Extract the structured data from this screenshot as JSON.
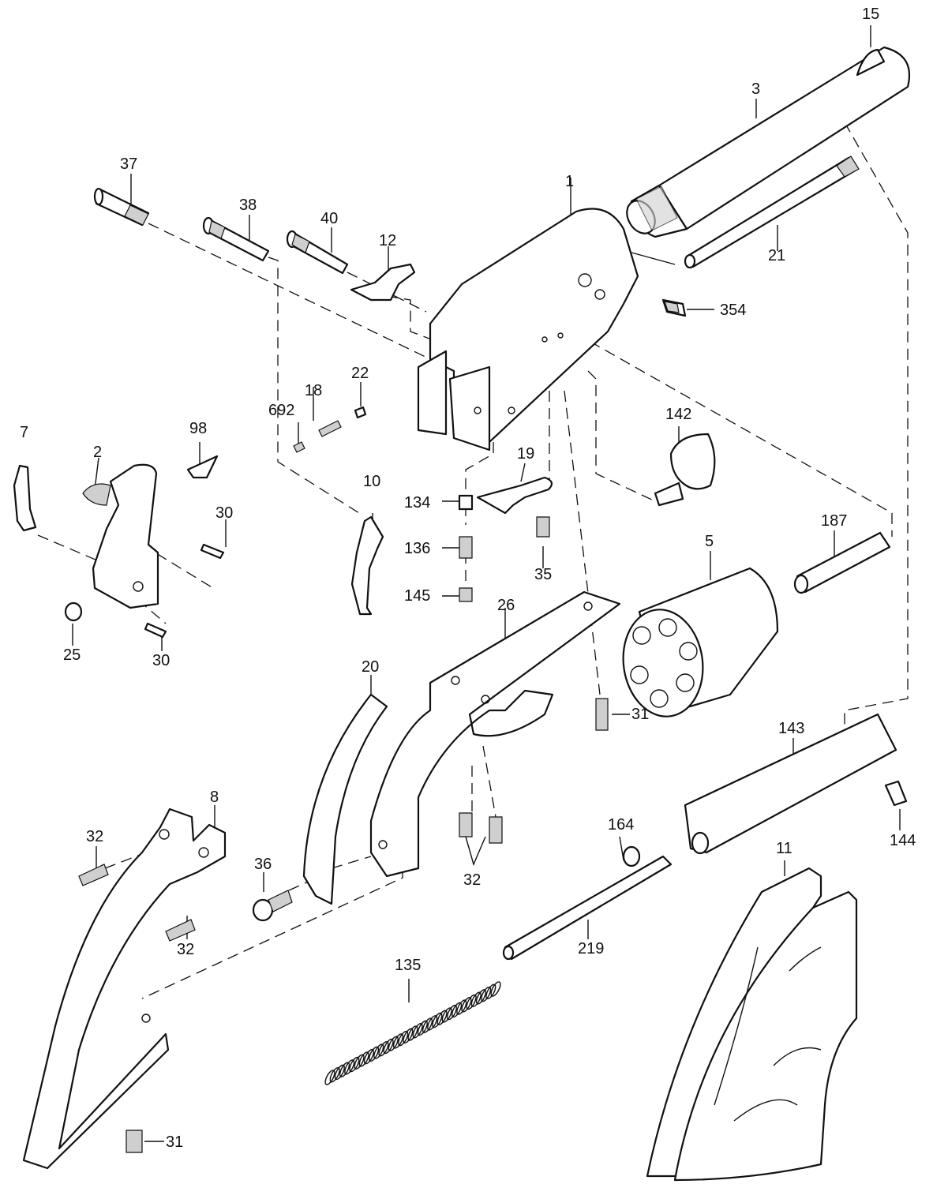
{
  "diagram": {
    "title": "Revolver exploded parts view",
    "part_labels": [
      {
        "id": "p15",
        "number": "15",
        "part": "front sight"
      },
      {
        "id": "p3",
        "number": "3",
        "part": "barrel"
      },
      {
        "id": "p37",
        "number": "37",
        "part": "screw"
      },
      {
        "id": "p1",
        "number": "1",
        "part": "frame"
      },
      {
        "id": "p38",
        "number": "38",
        "part": "screw"
      },
      {
        "id": "p40",
        "number": "40",
        "part": "screw"
      },
      {
        "id": "p12",
        "number": "12",
        "part": "bolt"
      },
      {
        "id": "p21",
        "number": "21",
        "part": "base pin"
      },
      {
        "id": "p354",
        "number": "354",
        "part": "screw"
      },
      {
        "id": "p22",
        "number": "22",
        "part": "plunger"
      },
      {
        "id": "p18",
        "number": "18",
        "part": "spring"
      },
      {
        "id": "p692",
        "number": "692",
        "part": "set screw"
      },
      {
        "id": "p142",
        "number": "142",
        "part": "loading gate"
      },
      {
        "id": "p7",
        "number": "7",
        "part": "hand"
      },
      {
        "id": "p2",
        "number": "2",
        "part": "hammer"
      },
      {
        "id": "p98",
        "number": "98",
        "part": "firing pin"
      },
      {
        "id": "p30a",
        "number": "30",
        "part": "pin"
      },
      {
        "id": "p19",
        "number": "19",
        "part": "spring"
      },
      {
        "id": "p134",
        "number": "134",
        "part": "plunger"
      },
      {
        "id": "p10",
        "number": "10",
        "part": "trigger"
      },
      {
        "id": "p187",
        "number": "187",
        "part": "bushing"
      },
      {
        "id": "p5",
        "number": "5",
        "part": "cylinder"
      },
      {
        "id": "p136",
        "number": "136",
        "part": "spring"
      },
      {
        "id": "p35",
        "number": "35",
        "part": "screw"
      },
      {
        "id": "p145",
        "number": "145",
        "part": "set screw"
      },
      {
        "id": "p26",
        "number": "26",
        "part": "trigger guard"
      },
      {
        "id": "p25",
        "number": "25",
        "part": "roller"
      },
      {
        "id": "p30b",
        "number": "30",
        "part": "pin"
      },
      {
        "id": "p20",
        "number": "20",
        "part": "mainspring"
      },
      {
        "id": "p31a",
        "number": "31",
        "part": "screw"
      },
      {
        "id": "p143",
        "number": "143",
        "part": "ejector housing"
      },
      {
        "id": "p8",
        "number": "8",
        "part": "backstrap"
      },
      {
        "id": "p32a",
        "number": "32",
        "part": "screw"
      },
      {
        "id": "p36",
        "number": "36",
        "part": "screw"
      },
      {
        "id": "p164",
        "number": "164",
        "part": "ejector head"
      },
      {
        "id": "p144",
        "number": "144",
        "part": "screw"
      },
      {
        "id": "p11",
        "number": "11",
        "part": "grip panel"
      },
      {
        "id": "p32b",
        "number": "32",
        "part": "screws"
      },
      {
        "id": "p219",
        "number": "219",
        "part": "ejector rod"
      },
      {
        "id": "p32c",
        "number": "32",
        "part": "screw"
      },
      {
        "id": "p135",
        "number": "135",
        "part": "ejector spring"
      },
      {
        "id": "p31b",
        "number": "31",
        "part": "screw"
      }
    ]
  }
}
